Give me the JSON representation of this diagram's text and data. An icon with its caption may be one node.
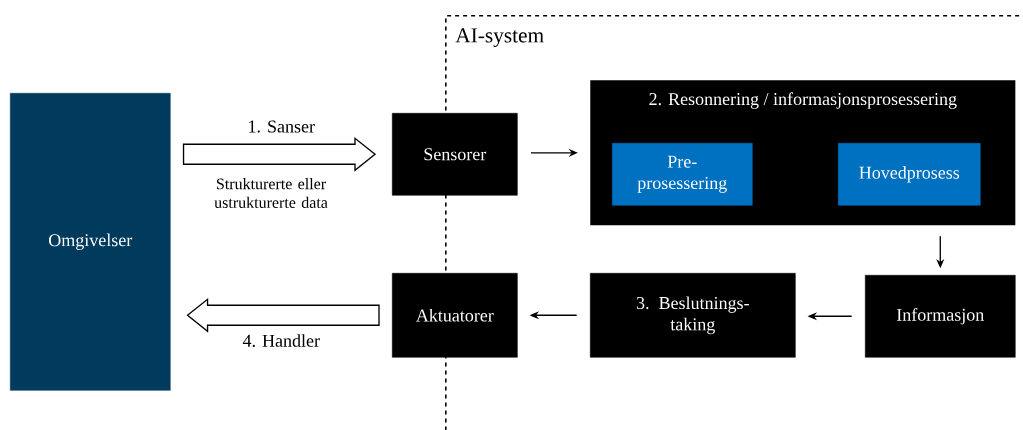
{
  "diagram": {
    "nodes": [
      {
        "text": [
          "AI-system"
        ]
      },
      {
        "text": [
          "Omgivelser"
        ]
      },
      {
        "text": [
          "Sensorer"
        ]
      },
      {
        "text": [
          "2. Resonnering / informasjonsprosessering"
        ],
        "in": 0
      },
      {
        "text": [
          "Pre- prosessering"
        ],
        "in": 3
      },
      {
        "text": [
          "Hovedprosess"
        ],
        "in": 3
      },
      {
        "text": [
          "Informasjon"
        ],
        "in": 0
      },
      {
        "text": [
          "3. Beslutnings- taking"
        ],
        "in": 0
      },
      {
        "text": [
          "Aktuatorer"
        ]
      }
    ],
    "edges": [
      {
        "from": 1,
        "to": 2,
        "arrow": "to",
        "label": "1. Sanser",
        "style": "thick"
      },
      {
        "from": 2,
        "to": 3,
        "arrow": "to"
      },
      {
        "from": 3,
        "to": 6,
        "arrow": "to"
      },
      {
        "from": 6,
        "to": 7,
        "arrow": "to"
      },
      {
        "from": 7,
        "to": 8,
        "arrow": "to"
      },
      {
        "from": 8,
        "to": 1,
        "arrow": "to",
        "label": "4. Handler",
        "style": "thick"
      }
    ],
    "labels": [
      "Strukturerte eller ustrukturerte data"
    ]
  }
}
